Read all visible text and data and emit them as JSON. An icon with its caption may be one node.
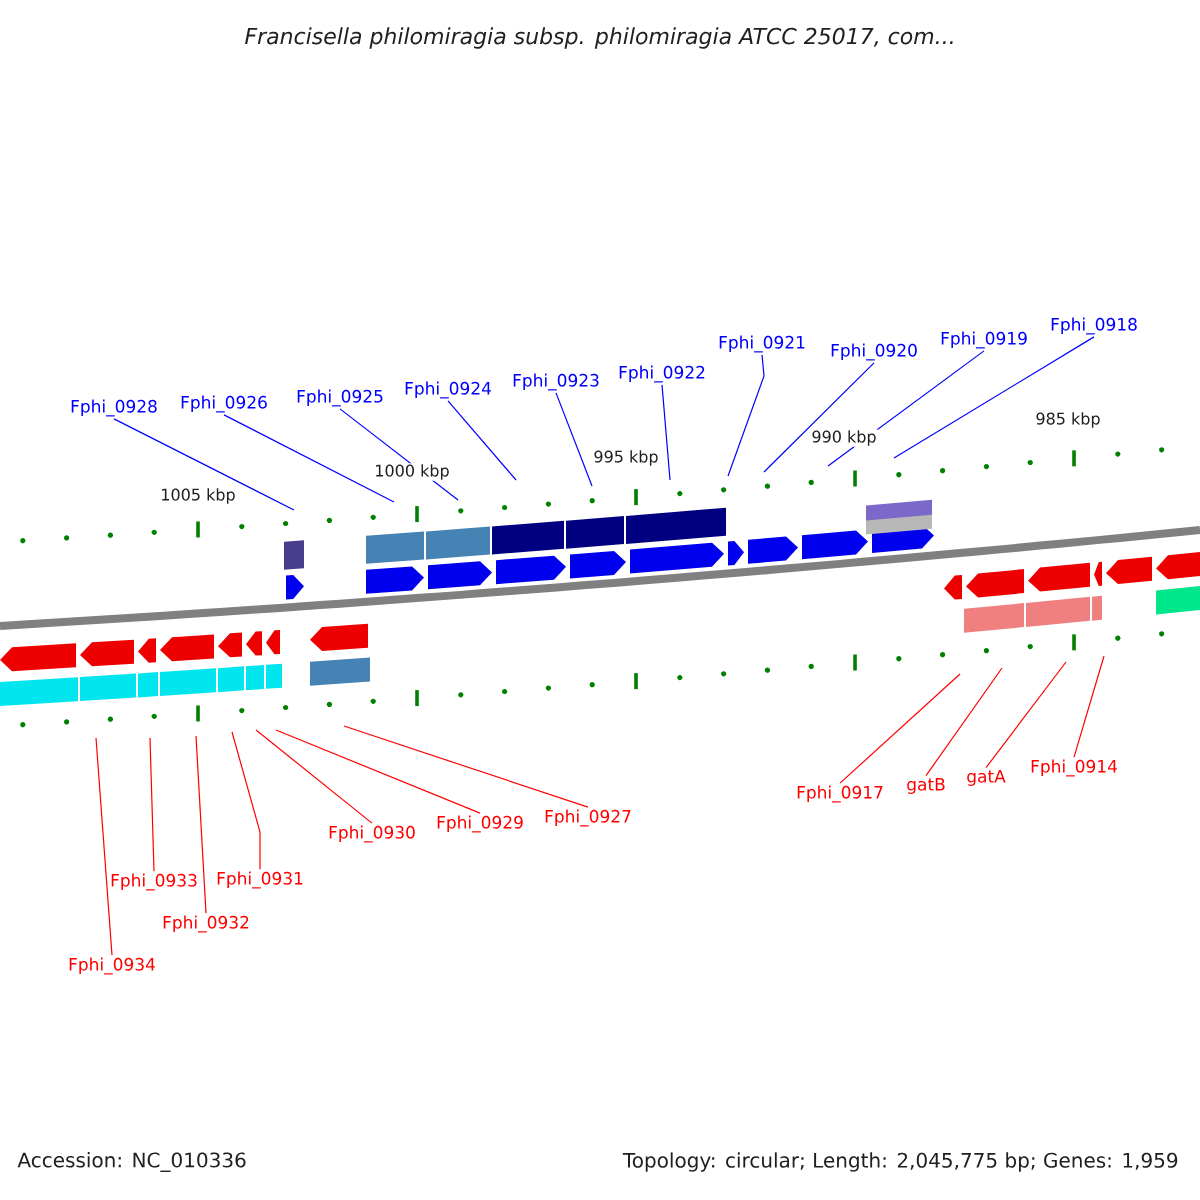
{
  "diagram": {
    "title": "Francisella philomiragia subsp. philomiragia ATCC 25017, com...",
    "nodes": [
      {
        "text": [
          "Fphi_0928"
        ]
      },
      {
        "text": [
          "Fphi_0926"
        ]
      },
      {
        "text": [
          "Fphi_0925"
        ]
      },
      {
        "text": [
          "Fphi_0924"
        ]
      },
      {
        "text": [
          "Fphi_0923"
        ]
      },
      {
        "text": [
          "Fphi_0922"
        ]
      },
      {
        "text": [
          "Fphi_0921"
        ]
      },
      {
        "text": [
          "Fphi_0920"
        ]
      },
      {
        "text": [
          "Fphi_0919"
        ]
      },
      {
        "text": [
          "Fphi_0918"
        ]
      },
      {
        "text": [
          "Fphi_0934"
        ]
      },
      {
        "text": [
          "Fphi_0933"
        ]
      },
      {
        "text": [
          "Fphi_0932"
        ]
      },
      {
        "text": [
          "Fphi_0931"
        ]
      },
      {
        "text": [
          "Fphi_0930"
        ]
      },
      {
        "text": [
          "Fphi_0929"
        ]
      },
      {
        "text": [
          "Fphi_0927"
        ]
      },
      {
        "text": [
          "Fphi_0917"
        ]
      },
      {
        "text": [
          "gatB"
        ]
      },
      {
        "text": [
          "gatA"
        ]
      },
      {
        "text": [
          "Fphi_0914"
        ]
      }
    ],
    "edges": [
      {
        "from": 0,
        "to": null,
        "arrow": "none",
        "color": "#0000ff"
      },
      {
        "from": 1,
        "to": null,
        "arrow": "none",
        "color": "#0000ff"
      },
      {
        "from": 2,
        "to": null,
        "arrow": "none",
        "color": "#0000ff"
      },
      {
        "from": 3,
        "to": null,
        "arrow": "none",
        "color": "#0000ff"
      },
      {
        "from": 4,
        "to": null,
        "arrow": "none",
        "color": "#0000ff"
      },
      {
        "from": 5,
        "to": null,
        "arrow": "none",
        "color": "#0000ff"
      },
      {
        "from": 6,
        "to": null,
        "arrow": "none",
        "color": "#0000ff"
      },
      {
        "from": 7,
        "to": null,
        "arrow": "none",
        "color": "#0000ff"
      },
      {
        "from": 8,
        "to": null,
        "arrow": "none",
        "color": "#0000ff"
      },
      {
        "from": 9,
        "to": null,
        "arrow": "none",
        "color": "#0000ff"
      },
      {
        "from": 10,
        "to": null,
        "arrow": "none"
      },
      {
        "from": 11,
        "to": null,
        "arrow": "none"
      },
      {
        "from": 12,
        "to": null,
        "arrow": "none"
      },
      {
        "from": 13,
        "to": null,
        "arrow": "none"
      },
      {
        "from": 14,
        "to": null,
        "arrow": "none"
      },
      {
        "from": 15,
        "to": null,
        "arrow": "none"
      },
      {
        "from": 16,
        "to": null,
        "arrow": "none"
      },
      {
        "from": 17,
        "to": null,
        "arrow": "none"
      },
      {
        "from": 18,
        "to": null,
        "arrow": "none"
      },
      {
        "from": 19,
        "to": null,
        "arrow": "none"
      },
      {
        "from": 20,
        "to": null,
        "arrow": "none"
      }
    ],
    "labels": [
      "985 kbp",
      "990 kbp",
      "995 kbp",
      "1000 kbp",
      "1005 kbp",
      "Accession: NC_010336",
      "Topology: circular; Length: 2,045,775 bp; Genes: 1,959"
    ]
  }
}
